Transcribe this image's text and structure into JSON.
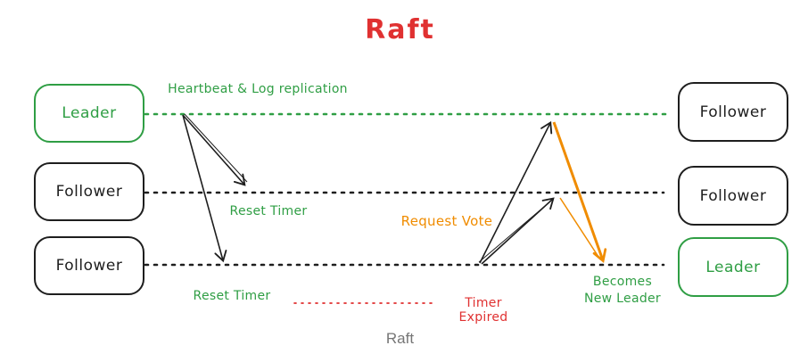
{
  "title": "Raft",
  "caption": "Raft",
  "colors": {
    "green": "#2f9e44",
    "orange": "#f08c00",
    "red": "#e03131",
    "black": "#1e1e1e",
    "gray": "#757575"
  },
  "nodes": {
    "left": [
      {
        "label": "Leader",
        "role": "leader"
      },
      {
        "label": "Follower",
        "role": "follower"
      },
      {
        "label": "Follower",
        "role": "follower"
      }
    ],
    "right": [
      {
        "label": "Follower",
        "role": "follower"
      },
      {
        "label": "Follower",
        "role": "follower"
      },
      {
        "label": "Leader",
        "role": "new-leader"
      }
    ]
  },
  "labels": {
    "heartbeat": "Heartbeat & Log replication",
    "reset_timer_1": "Reset Timer",
    "reset_timer_2": "Reset Timer",
    "request_vote": "Request Vote",
    "timer_expired": "Timer Expired",
    "becomes_new_leader": "Becomes\nNew Leader"
  }
}
